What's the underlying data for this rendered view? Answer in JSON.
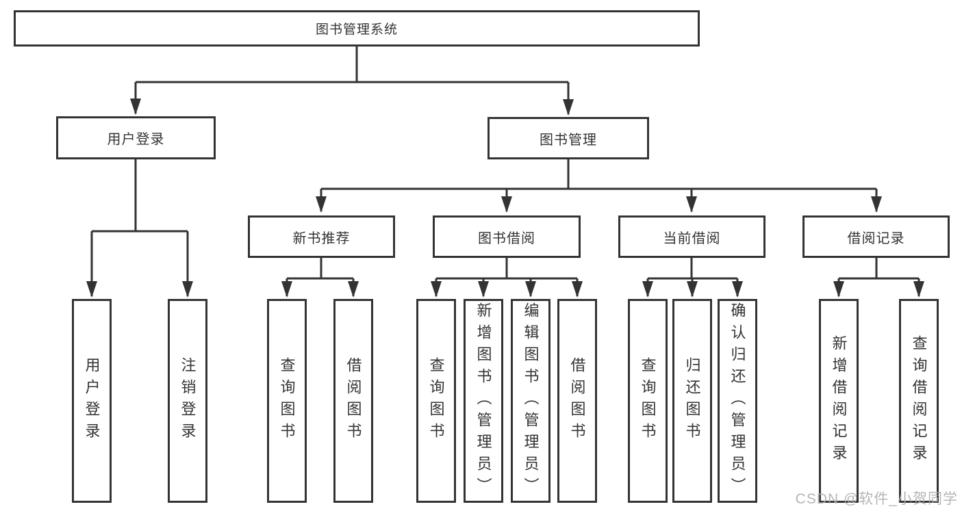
{
  "diagram": {
    "nodes": {
      "root": "图书管理系统",
      "user_login": "用户登录",
      "book_mgmt": "图书管理",
      "new_books": "新书推荐",
      "book_borrow": "图书借阅",
      "current_borrow": "当前借阅",
      "borrow_records": "借阅记录"
    },
    "leaves": {
      "user_login": [
        "用户登录",
        "注销登录"
      ],
      "new_books": [
        "查询图书",
        "借阅图书"
      ],
      "book_borrow": [
        "查询图书",
        "新增图书（管理员）",
        "编辑图书（管理员）",
        "借阅图书"
      ],
      "current_borrow": [
        "查询图书",
        "归还图书",
        "确认归还（管理员）"
      ],
      "borrow_records": [
        "新增借阅记录",
        "查询借阅记录"
      ]
    },
    "watermark": "CSDN @软件_小贺同学",
    "colors": {
      "line": "#333333",
      "text": "#333333",
      "watermark": "#aeaeae",
      "background": "#ffffff"
    }
  }
}
